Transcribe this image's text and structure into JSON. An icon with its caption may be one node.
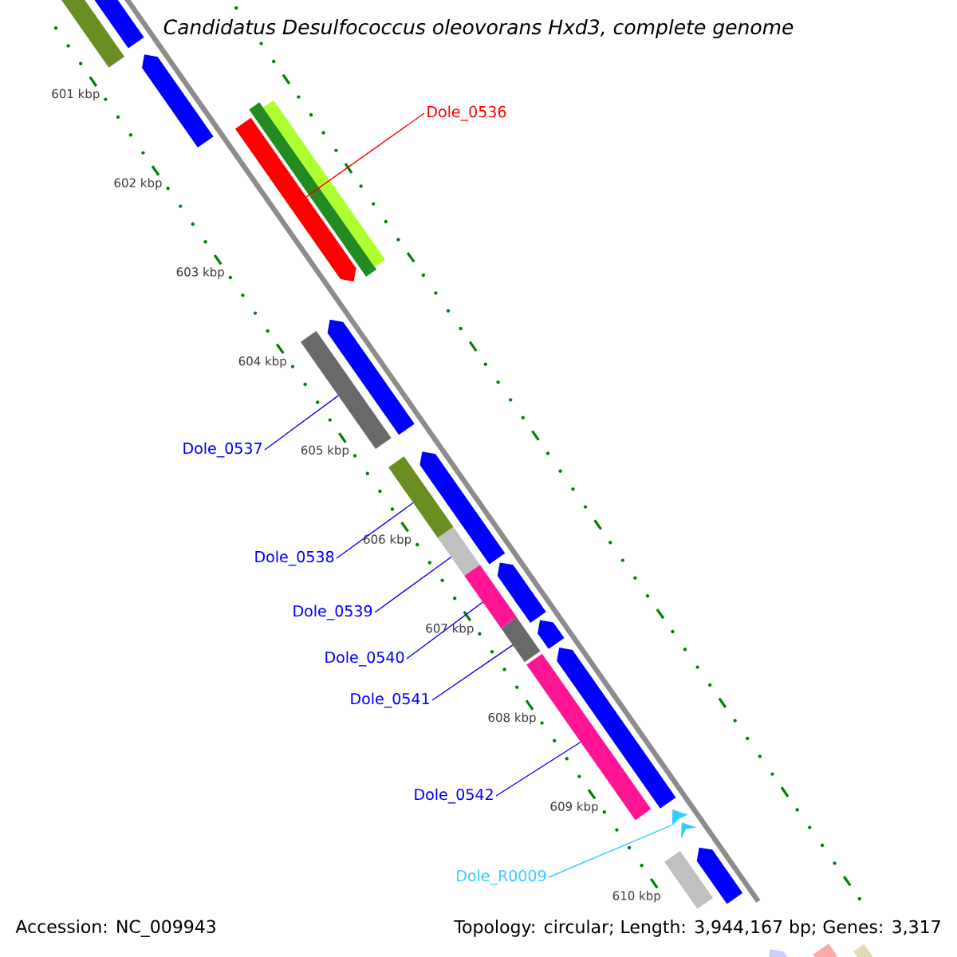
{
  "diagram": {
    "title": "Candidatus Desulfococcus oleovorans Hxd3, complete genome",
    "nodes": [
      {
        "text": [],
        "shape": "bar"
      },
      {
        "text": [],
        "shape": "bar"
      },
      {
        "text": [],
        "shape": "bar"
      },
      {
        "text": [
          "Dole_0536"
        ]
      },
      {
        "text": [],
        "shape": "bar"
      },
      {
        "text": [],
        "shape": "bar"
      },
      {
        "text": [],
        "shape": "bar"
      },
      {
        "text": [],
        "shape": "bar"
      },
      {
        "text": [],
        "shape": "bar"
      },
      {
        "text": [
          "Dole_0537"
        ]
      },
      {
        "text": [],
        "shape": "bar"
      },
      {
        "text": [],
        "shape": "bar"
      },
      {
        "text": [
          "Dole_0538"
        ]
      },
      {
        "text": [],
        "shape": "bar"
      },
      {
        "text": [
          "Dole_0539"
        ]
      },
      {
        "text": [],
        "shape": "bar"
      },
      {
        "text": [],
        "shape": "bar"
      },
      {
        "text": [
          "Dole_0540"
        ]
      },
      {
        "text": [],
        "shape": "bar"
      },
      {
        "text": [],
        "shape": "bar"
      },
      {
        "text": [
          "Dole_0541"
        ]
      },
      {
        "text": [],
        "shape": "bar"
      },
      {
        "text": [],
        "shape": "bar"
      },
      {
        "text": [
          "Dole_0542"
        ]
      },
      {
        "text": [],
        "shape": "bar"
      },
      {
        "text": [
          "Dole_R0009"
        ]
      },
      {
        "text": [],
        "shape": "bar"
      },
      {
        "text": [],
        "shape": "bar"
      },
      {
        "text": [],
        "shape": "bar"
      },
      {
        "text": [],
        "shape": "bar"
      },
      {
        "text": [],
        "shape": "bar"
      }
    ],
    "edges": [
      {
        "from": 3,
        "to": 4,
        "arrow": "none",
        "color": "#ff0000"
      },
      {
        "from": 9,
        "to": 7,
        "arrow": "none"
      },
      {
        "from": 12,
        "to": 10,
        "arrow": "none"
      },
      {
        "from": 14,
        "to": 13,
        "arrow": "none"
      },
      {
        "from": 17,
        "to": 15,
        "arrow": "none"
      },
      {
        "from": 20,
        "to": 18,
        "arrow": "none"
      },
      {
        "from": 23,
        "to": 21,
        "arrow": "none"
      },
      {
        "from": 25,
        "to": 24,
        "arrow": "none",
        "color": "#33ccff"
      }
    ],
    "labels": [
      "601 kbp",
      "602 kbp",
      "603 kbp",
      "604 kbp",
      "605 kbp",
      "606 kbp",
      "607 kbp",
      "608 kbp",
      "609 kbp",
      "610 kbp",
      "Accession: NC_009943",
      "Topology: circular; Length: 3,944,167 bp; Genes: 3,317"
    ]
  }
}
